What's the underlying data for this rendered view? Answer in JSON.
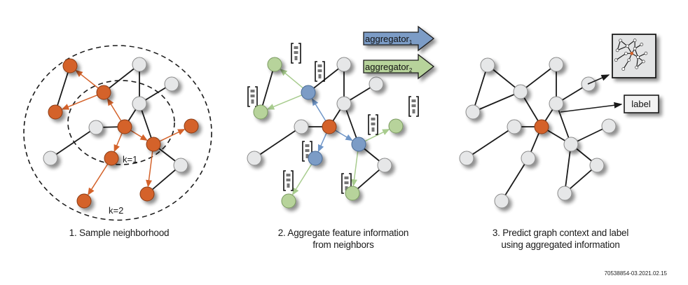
{
  "colors": {
    "orange": "#d4622a",
    "gray_node": "#e6e7e8",
    "blue": "#7b9cc6",
    "green": "#b7d39b",
    "edge": "#1a1a1a",
    "blue_edge": "#6f96c8",
    "green_edge": "#a8cc8e",
    "orange_edge": "#d4622a"
  },
  "panel1": {
    "caption": "1. Sample neighborhood",
    "k1_label": "k=1",
    "k2_label": "k=2",
    "nodes": [
      {
        "id": "a",
        "c": "orange"
      },
      {
        "id": "b",
        "c": "orange"
      },
      {
        "id": "c",
        "c": "orange"
      },
      {
        "id": "d",
        "c": "gray"
      },
      {
        "id": "e",
        "c": "gray"
      },
      {
        "id": "f",
        "c": "gray"
      },
      {
        "id": "g",
        "c": "gray"
      },
      {
        "id": "h",
        "c": "orange"
      },
      {
        "id": "i",
        "c": "gray"
      },
      {
        "id": "j",
        "c": "orange"
      },
      {
        "id": "k",
        "c": "orange"
      },
      {
        "id": "l",
        "c": "orange"
      },
      {
        "id": "m",
        "c": "gray"
      },
      {
        "id": "n",
        "c": "orange"
      },
      {
        "id": "o",
        "c": "orange"
      }
    ]
  },
  "panel2": {
    "caption_line1": "2. Aggregate feature information",
    "caption_line2": "from neighbors",
    "aggregator1": "aggregator",
    "aggregator1_sub": "1",
    "aggregator2": "aggregator",
    "aggregator2_sub": "2"
  },
  "panel3": {
    "caption_line1": "3. Predict graph context and label",
    "caption_line2": "using aggregated information",
    "label_box": "label"
  },
  "figure_id": "70538854-03.2021.02.15"
}
